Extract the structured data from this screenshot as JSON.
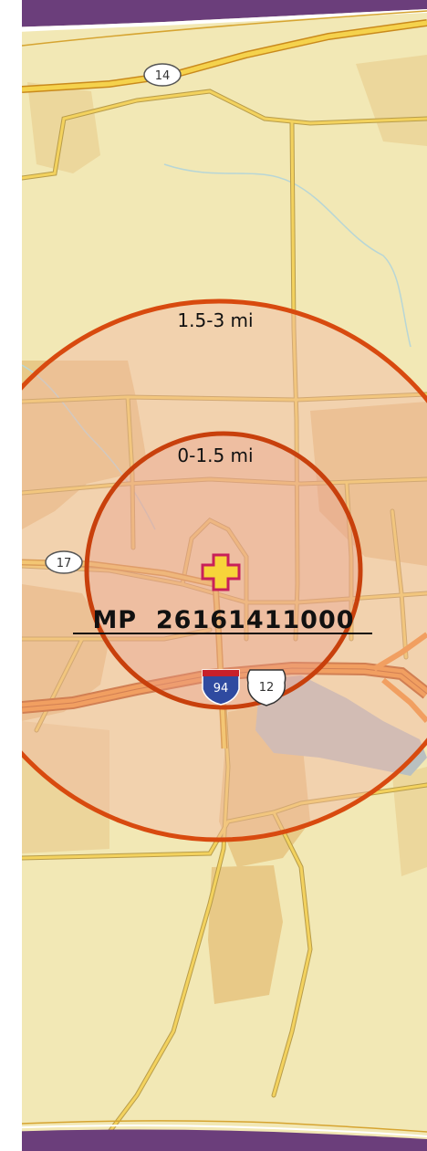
{
  "colors": {
    "base": "#f2e8b5",
    "urban": "#e8c987",
    "water": "#b9c0c0",
    "major_road": "#f08a28",
    "minor_road": "#f3d25e",
    "ring_stroke": "#d84a0f",
    "ring_fill": "#f2b9a6",
    "marker_fill": "#f7d43a",
    "marker_stroke": "#c8205a",
    "frame": "#6b3e7b"
  },
  "routes": {
    "route_14": "14",
    "route_17": "17",
    "interstate_94": "94",
    "us_12": "12"
  },
  "rings": {
    "outer_label": "1.5-3 mi",
    "inner_label": "0-1.5 mi"
  },
  "site": {
    "label": "MP  26161411000",
    "marker_icon": "cross-marker-icon"
  }
}
